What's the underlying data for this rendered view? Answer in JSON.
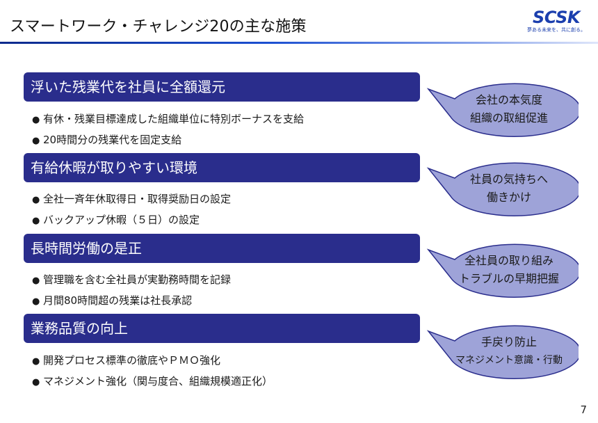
{
  "header": {
    "title": "スマートワーク・チャレンジ20の主な施策",
    "logo_mark": "SCSK",
    "logo_tagline": "夢ある未来を、共に創る。"
  },
  "sections": [
    {
      "title": "浮いた残業代を社員に全額還元",
      "bullets": [
        "有休・残業目標達成した組織単位に特別ボーナスを支給",
        "20時間分の残業代を固定支給"
      ],
      "bubble": [
        "会社の本気度",
        "組織の取組促進"
      ]
    },
    {
      "title": "有給休暇が取りやすい環境",
      "bullets": [
        "全社一斉年休取得日・取得奨励日の設定",
        "バックアップ休暇（５日）の設定"
      ],
      "bubble": [
        "社員の気持ちへ",
        "働きかけ"
      ]
    },
    {
      "title": "長時間労働の是正",
      "bullets": [
        "管理職を含む全社員が実勤務時間を記録",
        "月間80時間超の残業は社長承認"
      ],
      "bubble": [
        "全社員の取り組み",
        "トラブルの早期把握"
      ]
    },
    {
      "title": "業務品質の向上",
      "bullets": [
        "開発プロセス標準の徹底やＰＭＯ強化",
        "マネジメント強化（関与度合、組織規模適正化）"
      ],
      "bubble": [
        "手戻り防止",
        "マネジメント意識・行動"
      ]
    }
  ],
  "bullet_glyph": "●",
  "page_number": "7",
  "colors": {
    "section_bar": "#2a2d8c",
    "bubble_fill": "#9ea3d8",
    "bubble_stroke": "#2a2d8c",
    "brand": "#1b3fae"
  }
}
